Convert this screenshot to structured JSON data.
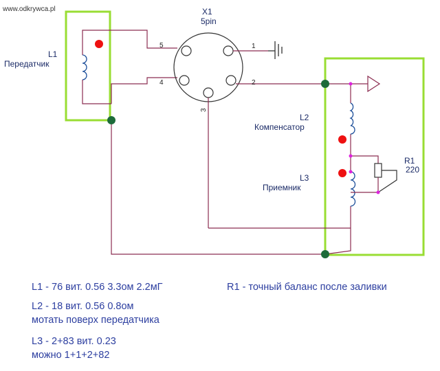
{
  "watermark": "www.odkrywca.pl",
  "connector": {
    "ref": "X1",
    "type": "5pin",
    "pins": [
      "1",
      "2",
      "3",
      "4",
      "5"
    ]
  },
  "coils": {
    "l1": {
      "ref": "L1",
      "name": "Передатчик"
    },
    "l2": {
      "ref": "L2",
      "name": "Компенсатор"
    },
    "l3": {
      "ref": "L3",
      "name": "Приемник"
    }
  },
  "resistor": {
    "ref": "R1",
    "value": "220"
  },
  "notes": {
    "l1": "L1 - 76 вит. 0.56   3.3ом   2.2мГ",
    "r1": "R1 - точный баланс после заливки",
    "l2": "L2 - 18 вит. 0.56   0.8ом",
    "l2_extra": "мотать поверх передатчика",
    "l3": "L3 - 2+83 вит. 0.23",
    "l3_extra": "можно 1+1+2+82"
  },
  "colors": {
    "wire": "#8b2c50",
    "highlight_box": "#99dd33",
    "node": "#1d6b3a",
    "junction": "#dd22dd",
    "dot": "#ee1111"
  }
}
